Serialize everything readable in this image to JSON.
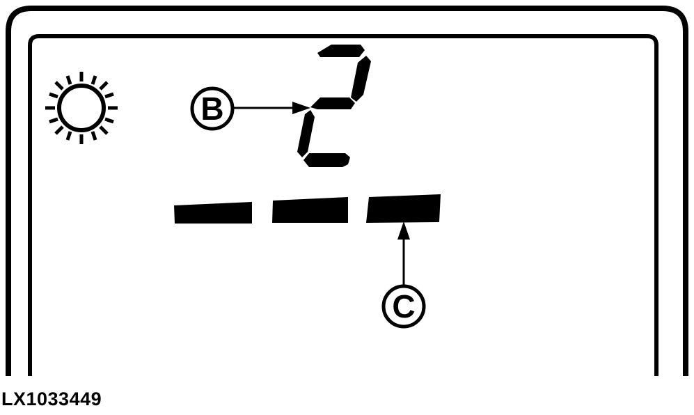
{
  "figure_id": "LX1033449",
  "display": {
    "digit_value": "2",
    "dashes_shown": 3,
    "sun_icon": "sun-icon"
  },
  "callouts": [
    {
      "label": "B",
      "target": "digit-segment-center"
    },
    {
      "label": "C",
      "target": "dash-3"
    }
  ],
  "colors": {
    "ink": "#000000",
    "background": "#ffffff"
  }
}
